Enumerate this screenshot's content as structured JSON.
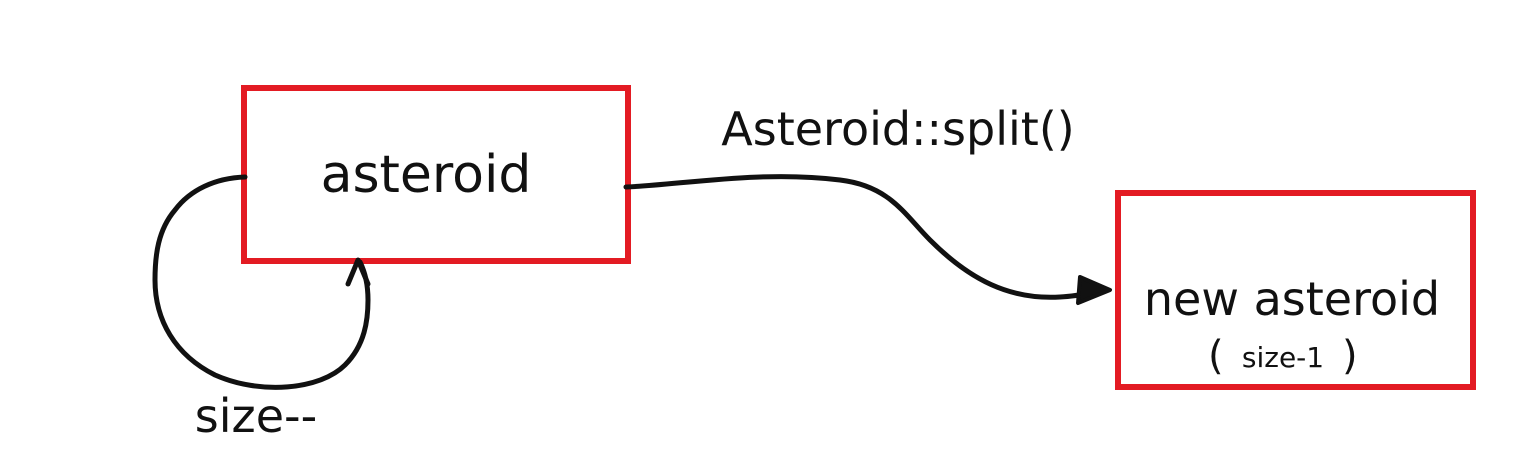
{
  "nodes": {
    "asteroid": {
      "label": "asteroid"
    },
    "new_asteroid": {
      "label": "new asteroid",
      "sublabel": "size-1"
    }
  },
  "edges": {
    "split": {
      "label": "Asteroid::split()"
    },
    "self_loop": {
      "label": "size--"
    }
  },
  "colors": {
    "box_border": "#e31b23",
    "ink": "#111111"
  }
}
